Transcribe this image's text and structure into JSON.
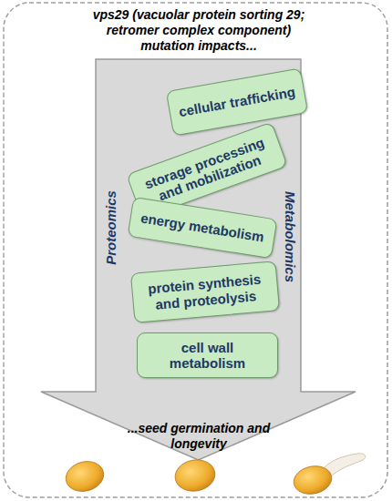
{
  "diagram": {
    "title": "vps29 (vacuolar protein sorting 29; retromer complex component) mutation impacts...",
    "nodes": [
      {
        "text": [
          "Proteomics",
          "Metabolomics"
        ]
      },
      {
        "text": [
          "cellular trafficking"
        ],
        "in": 0
      },
      {
        "text": [
          "storage processing and mobilization"
        ],
        "in": 0
      },
      {
        "text": [
          "energy metabolism"
        ],
        "in": 0
      },
      {
        "text": [
          "protein synthesis and proteolysis"
        ],
        "in": 0
      },
      {
        "text": [
          "cell wall metabolism"
        ],
        "in": 0
      }
    ],
    "labels": [
      "...seed germination and longevity"
    ]
  }
}
